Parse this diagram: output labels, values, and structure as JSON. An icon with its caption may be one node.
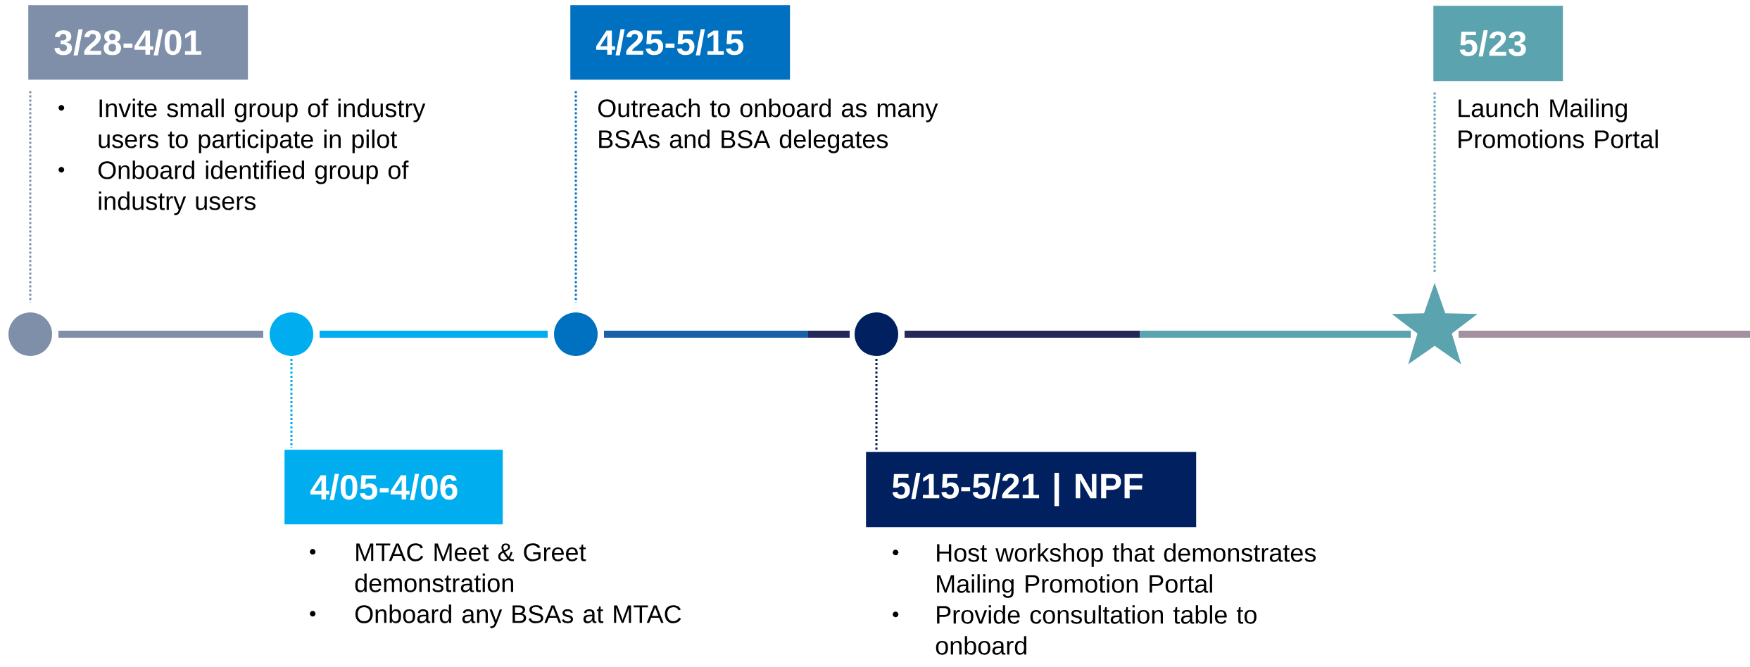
{
  "diagram": {
    "nodes": [
      {
        "text": [
          "3/28-4/01"
        ],
        "beside": [
          "Invite small group of industry users to participate in pilot",
          "Onboard identified group of industry users"
        ]
      },
      {
        "text": [
          "4/25-5/15"
        ],
        "beside": [
          "Outreach to onboard as many BSAs and BSA delegates"
        ]
      },
      {
        "text": [
          "5/23"
        ],
        "beside": [
          "Launch Mailing Promotions Portal"
        ]
      },
      {
        "text": [],
        "shape": "circle"
      },
      {
        "text": [],
        "shape": "circle"
      },
      {
        "text": [],
        "shape": "circle"
      },
      {
        "text": [],
        "shape": "circle"
      },
      {
        "text": [],
        "shape": "star"
      },
      {
        "text": [
          "4/05-4/06"
        ],
        "beside": [
          "MTAC Meet & Greet demonstration",
          "Onboard any BSAs at MTAC"
        ]
      },
      {
        "text": [
          "5/15-5/21 | NPF"
        ],
        "beside": [
          "Host workshop that demonstrates Mailing Promotion Portal",
          "Provide consultation table to onboard"
        ]
      }
    ],
    "edges": [
      {
        "from": 3,
        "to": 4,
        "arrow": "none",
        "style": "thick",
        "color": "#7f8fa9"
      },
      {
        "from": 4,
        "to": 5,
        "arrow": "none",
        "style": "thick",
        "color": "#00aeef"
      },
      {
        "from": 5,
        "to": 6,
        "arrow": "none",
        "style": "thick",
        "color": "#1a5fa8"
      },
      {
        "from": 6,
        "to": 7,
        "arrow": "none",
        "style": "thick",
        "color": "#24295a"
      },
      {
        "from": 7,
        "to": null,
        "arrow": "none",
        "style": "thick",
        "color": "#a4919f"
      },
      {
        "from": 0,
        "to": 3,
        "arrow": "none",
        "style": "dashed",
        "color": "#7f8fa9"
      },
      {
        "from": 1,
        "to": 5,
        "arrow": "none",
        "style": "dashed",
        "color": "#0070c0"
      },
      {
        "from": 2,
        "to": 7,
        "arrow": "none",
        "style": "dashed",
        "color": "#5ba3ae"
      },
      {
        "from": 4,
        "to": 8,
        "arrow": "none",
        "style": "dashed",
        "color": "#00aeef"
      },
      {
        "from": 6,
        "to": 9,
        "arrow": "none",
        "style": "dashed",
        "color": "#002060"
      }
    ]
  }
}
